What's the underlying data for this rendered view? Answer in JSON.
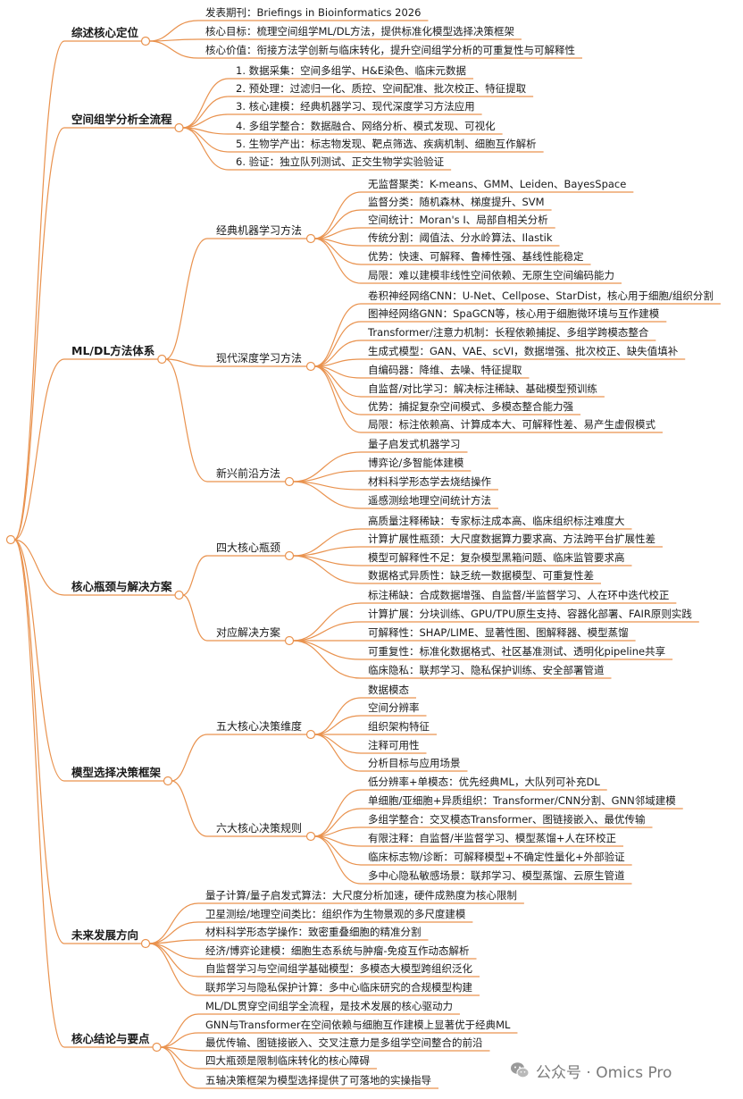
{
  "sections": [
    {
      "label": "综述核心定位",
      "items": [
        {
          "label": "发表期刊：Briefings in Bioinformatics 2026"
        },
        {
          "label": "核心目标：梳理空间组学ML/DL方法，提供标准化模型选择决策框架"
        },
        {
          "label": "核心价值：衔接方法学创新与临床转化，提升空间组学分析的可重复性与可解释性"
        }
      ]
    },
    {
      "label": "空间组学分析全流程",
      "items": [
        {
          "label": "1. 数据采集：空间多组学、H&E染色、临床元数据"
        },
        {
          "label": "2. 预处理：过滤归一化、质控、空间配准、批次校正、特征提取"
        },
        {
          "label": "3. 核心建模：经典机器学习、现代深度学习方法应用"
        },
        {
          "label": "4. 多组学整合：数据融合、网络分析、模式发现、可视化"
        },
        {
          "label": "5. 生物学产出：标志物发现、靶点筛选、疾病机制、细胞互作解析"
        },
        {
          "label": "6. 验证：独立队列测试、正交生物学实验验证"
        }
      ]
    },
    {
      "label": "ML/DL方法体系",
      "items": [
        {
          "label": "经典机器学习方法",
          "items": [
            {
              "label": "无监督聚类：K-means、GMM、Leiden、BayesSpace"
            },
            {
              "label": "监督分类：随机森林、梯度提升、SVM"
            },
            {
              "label": "空间统计：Moran's I、局部自相关分析"
            },
            {
              "label": "传统分割：阈值法、分水岭算法、Ilastik"
            },
            {
              "label": "优势：快速、可解释、鲁棒性强、基线性能稳定"
            },
            {
              "label": "局限：难以建模非线性空间依赖、无原生空间编码能力"
            }
          ]
        },
        {
          "label": "现代深度学习方法",
          "items": [
            {
              "label": "卷积神经网络CNN：U-Net、Cellpose、StarDist，核心用于细胞/组织分割"
            },
            {
              "label": "图神经网络GNN：SpaGCN等，核心用于细胞微环境与互作建模"
            },
            {
              "label": "Transformer/注意力机制：长程依赖捕捉、多组学跨模态整合"
            },
            {
              "label": "生成式模型：GAN、VAE、scVI，数据增强、批次校正、缺失值填补"
            },
            {
              "label": "自编码器：降维、去噪、特征提取"
            },
            {
              "label": "自监督/对比学习：解决标注稀缺、基础模型预训练"
            },
            {
              "label": "优势：捕捉复杂空间模式、多模态整合能力强"
            },
            {
              "label": "局限：标注依赖高、计算成本大、可解释性差、易产生虚假模式"
            }
          ]
        },
        {
          "label": "新兴前沿方法",
          "items": [
            {
              "label": "量子启发式机器学习"
            },
            {
              "label": "博弈论/多智能体建模"
            },
            {
              "label": "材料科学形态学去烧结操作"
            },
            {
              "label": "遥感测绘地理空间统计方法"
            }
          ]
        }
      ]
    },
    {
      "label": "核心瓶颈与解决方案",
      "items": [
        {
          "label": "四大核心瓶颈",
          "items": [
            {
              "label": "高质量注释稀缺：专家标注成本高、临床组织标注难度大"
            },
            {
              "label": "计算扩展性瓶颈：大尺度数据算力要求高、方法跨平台扩展性差"
            },
            {
              "label": "模型可解释性不足：复杂模型黑箱问题、临床监管要求高"
            },
            {
              "label": "数据格式异质性：缺乏统一数据模型、可重复性差"
            }
          ]
        },
        {
          "label": "对应解决方案",
          "items": [
            {
              "label": "标注稀缺：合成数据增强、自监督/半监督学习、人在环中迭代校正"
            },
            {
              "label": "计算扩展：分块训练、GPU/TPU原生支持、容器化部署、FAIR原则实践"
            },
            {
              "label": "可解释性：SHAP/LIME、显著性图、图解释器、模型蒸馏"
            },
            {
              "label": "可重复性：标准化数据格式、社区基准测试、透明化pipeline共享"
            },
            {
              "label": "临床隐私：联邦学习、隐私保护训练、安全部署管道"
            }
          ]
        }
      ]
    },
    {
      "label": "模型选择决策框架",
      "items": [
        {
          "label": "五大核心决策维度",
          "items": [
            {
              "label": "数据模态"
            },
            {
              "label": "空间分辨率"
            },
            {
              "label": "组织架构特征"
            },
            {
              "label": "注释可用性"
            },
            {
              "label": "分析目标与应用场景"
            }
          ]
        },
        {
          "label": "六大核心决策规则",
          "items": [
            {
              "label": "低分辨率+单模态：优先经典ML，大队列可补充DL"
            },
            {
              "label": "单细胞/亚细胞+异质组织：Transformer/CNN分割、GNN邻域建模"
            },
            {
              "label": "多组学整合：交叉模态Transformer、图链接嵌入、最优传输"
            },
            {
              "label": "有限注释：自监督/半监督学习、模型蒸馏+人在环校正"
            },
            {
              "label": "临床标志物/诊断：可解释模型+不确定性量化+外部验证"
            },
            {
              "label": "多中心隐私敏感场景：联邦学习、模型蒸馏、云原生管道"
            }
          ]
        }
      ]
    },
    {
      "label": "未来发展方向",
      "items": [
        {
          "label": "量子计算/量子启发式算法：大尺度分析加速，硬件成熟度为核心限制"
        },
        {
          "label": "卫星测绘/地理空间类比：组织作为生物景观的多尺度建模"
        },
        {
          "label": "材料科学形态学操作：致密重叠细胞的精准分割"
        },
        {
          "label": "经济/博弈论建模：细胞生态系统与肿瘤-免疫互作动态解析"
        },
        {
          "label": "自监督学习与空间组学基础模型：多模态大模型跨组织泛化"
        },
        {
          "label": "联邦学习与隐私保护计算：多中心临床研究的合规模型构建"
        }
      ]
    },
    {
      "label": "核心结论与要点",
      "items": [
        {
          "label": "ML/DL贯穿空间组学全流程，是技术发展的核心驱动力"
        },
        {
          "label": "GNN与Transformer在空间依赖与细胞互作建模上显著优于经典ML"
        },
        {
          "label": "最优传输、图链接嵌入、交叉注意力是多组学空间整合的前沿"
        },
        {
          "label": "四大瓶颈是限制临床转化的核心障碍"
        },
        {
          "label": "五轴决策框架为模型选择提供了可落地的实操指导"
        }
      ]
    }
  ],
  "watermark": {
    "text": "公众号 · Omics Pro",
    "icon": "wechat-icon"
  },
  "colors": {
    "edge": "#e9924e",
    "text": "#1a1a1a",
    "background": "#ffffff"
  }
}
